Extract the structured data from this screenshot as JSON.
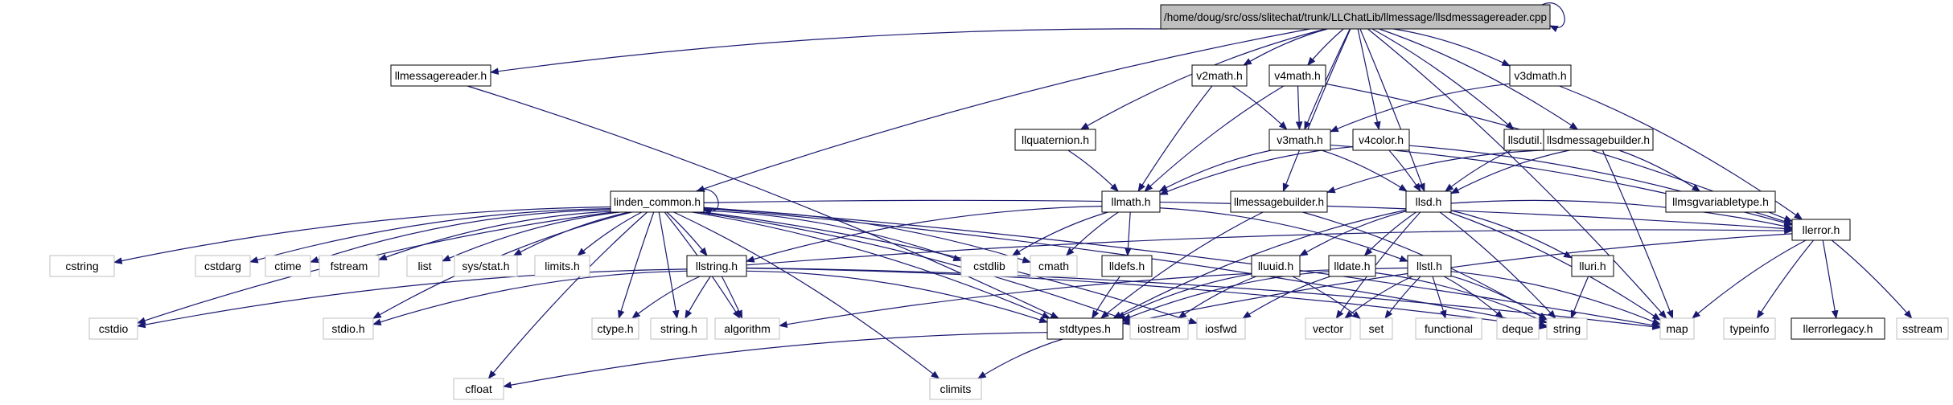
{
  "diagram": {
    "colors": {
      "edge": "#191970",
      "root_fill": "#bfbfbf",
      "box_border": "#000000",
      "system_border": "#bfbfbf",
      "text": "#000000"
    },
    "nodes": [
      {
        "id": "root",
        "label": "/home/doug/src/oss/slitechat/trunk/LLChatLib/llmessage/llsdmessagereader.cpp",
        "kind": "root"
      },
      {
        "id": "llmessagereader",
        "label": "llmessagereader.h",
        "kind": "header"
      },
      {
        "id": "v2math",
        "label": "v2math.h",
        "kind": "header"
      },
      {
        "id": "v4math",
        "label": "v4math.h",
        "kind": "header"
      },
      {
        "id": "v3dmath",
        "label": "v3dmath.h",
        "kind": "header"
      },
      {
        "id": "llquaternion",
        "label": "llquaternion.h",
        "kind": "header"
      },
      {
        "id": "v3math",
        "label": "v3math.h",
        "kind": "header"
      },
      {
        "id": "v4color",
        "label": "v4color.h",
        "kind": "header"
      },
      {
        "id": "llsdutil",
        "label": "llsdutil.h",
        "kind": "header"
      },
      {
        "id": "llsdmessagebuilder",
        "label": "llsdmessagebuilder.h",
        "kind": "header"
      },
      {
        "id": "linden_common",
        "label": "linden_common.h",
        "kind": "header"
      },
      {
        "id": "llmath",
        "label": "llmath.h",
        "kind": "header"
      },
      {
        "id": "llmessagebuilder",
        "label": "llmessagebuilder.h",
        "kind": "header"
      },
      {
        "id": "llsd",
        "label": "llsd.h",
        "kind": "header"
      },
      {
        "id": "llmsgvariabletype",
        "label": "llmsgvariabletype.h",
        "kind": "header"
      },
      {
        "id": "llerror",
        "label": "llerror.h",
        "kind": "header"
      },
      {
        "id": "lldefs",
        "label": "lldefs.h",
        "kind": "header"
      },
      {
        "id": "llstring",
        "label": "llstring.h",
        "kind": "header"
      },
      {
        "id": "lluuid",
        "label": "lluuid.h",
        "kind": "header"
      },
      {
        "id": "lldate",
        "label": "lldate.h",
        "kind": "header"
      },
      {
        "id": "llstl",
        "label": "llstl.h",
        "kind": "header"
      },
      {
        "id": "lluri",
        "label": "lluri.h",
        "kind": "header"
      },
      {
        "id": "stdtypes",
        "label": "stdtypes.h",
        "kind": "header"
      },
      {
        "id": "llerrorlegacy",
        "label": "llerrorlegacy.h",
        "kind": "header"
      },
      {
        "id": "cstring",
        "label": "cstring",
        "kind": "system"
      },
      {
        "id": "cstdarg",
        "label": "cstdarg",
        "kind": "system"
      },
      {
        "id": "ctime",
        "label": "ctime",
        "kind": "system"
      },
      {
        "id": "fstream",
        "label": "fstream",
        "kind": "system"
      },
      {
        "id": "list",
        "label": "list",
        "kind": "system"
      },
      {
        "id": "sysstat",
        "label": "sys/stat.h",
        "kind": "system"
      },
      {
        "id": "limits",
        "label": "limits.h",
        "kind": "system"
      },
      {
        "id": "cstdlib",
        "label": "cstdlib",
        "kind": "system"
      },
      {
        "id": "cmath",
        "label": "cmath",
        "kind": "system"
      },
      {
        "id": "cstdio",
        "label": "cstdio",
        "kind": "system"
      },
      {
        "id": "stdio",
        "label": "stdio.h",
        "kind": "system"
      },
      {
        "id": "ctype",
        "label": "ctype.h",
        "kind": "system"
      },
      {
        "id": "stringh",
        "label": "string.h",
        "kind": "system"
      },
      {
        "id": "algorithm",
        "label": "algorithm",
        "kind": "system"
      },
      {
        "id": "iostream",
        "label": "iostream",
        "kind": "system"
      },
      {
        "id": "iosfwd",
        "label": "iosfwd",
        "kind": "system"
      },
      {
        "id": "vector",
        "label": "vector",
        "kind": "system"
      },
      {
        "id": "set",
        "label": "set",
        "kind": "system"
      },
      {
        "id": "functional",
        "label": "functional",
        "kind": "system"
      },
      {
        "id": "deque",
        "label": "deque",
        "kind": "system"
      },
      {
        "id": "string",
        "label": "string",
        "kind": "system"
      },
      {
        "id": "map",
        "label": "map",
        "kind": "system"
      },
      {
        "id": "typeinfo",
        "label": "typeinfo",
        "kind": "system"
      },
      {
        "id": "sstream",
        "label": "sstream",
        "kind": "system"
      },
      {
        "id": "cfloat",
        "label": "cfloat",
        "kind": "system"
      },
      {
        "id": "climits",
        "label": "climits",
        "kind": "system"
      }
    ],
    "edges": [
      [
        "root",
        "root"
      ],
      [
        "root",
        "llmessagereader"
      ],
      [
        "root",
        "v2math"
      ],
      [
        "root",
        "v4math"
      ],
      [
        "root",
        "v3dmath"
      ],
      [
        "root",
        "llquaternion"
      ],
      [
        "root",
        "v3math"
      ],
      [
        "root",
        "v4color"
      ],
      [
        "root",
        "llsdutil"
      ],
      [
        "root",
        "llsdmessagebuilder"
      ],
      [
        "root",
        "linden_common"
      ],
      [
        "root",
        "llmessagebuilder"
      ],
      [
        "root",
        "llsd"
      ],
      [
        "root",
        "map"
      ],
      [
        "llmessagereader",
        "stdtypes"
      ],
      [
        "v2math",
        "v3math"
      ],
      [
        "v2math",
        "llmath"
      ],
      [
        "v4math",
        "v3math"
      ],
      [
        "v4math",
        "llmath"
      ],
      [
        "v4math",
        "llerror"
      ],
      [
        "v3dmath",
        "v3math"
      ],
      [
        "v3dmath",
        "llerror"
      ],
      [
        "llquaternion",
        "llmath"
      ],
      [
        "v3math",
        "llmath"
      ],
      [
        "v3math",
        "llsd"
      ],
      [
        "v3math",
        "llerror"
      ],
      [
        "v4color",
        "llmath"
      ],
      [
        "v4color",
        "llsd"
      ],
      [
        "v4color",
        "llerror"
      ],
      [
        "llsdutil",
        "llsd"
      ],
      [
        "llsdmessagebuilder",
        "llmessagebuilder"
      ],
      [
        "llsdmessagebuilder",
        "llsd"
      ],
      [
        "llsdmessagebuilder",
        "llmsgvariabletype"
      ],
      [
        "llsdmessagebuilder",
        "map"
      ],
      [
        "llmath",
        "cmath"
      ],
      [
        "llmath",
        "cstdlib"
      ],
      [
        "llmath",
        "lldefs"
      ],
      [
        "llmath",
        "llstring"
      ],
      [
        "llmath",
        "llstl"
      ],
      [
        "llmessagebuilder",
        "stdtypes"
      ],
      [
        "llmessagebuilder",
        "string"
      ],
      [
        "llsd",
        "stdtypes"
      ],
      [
        "llsd",
        "lluuid"
      ],
      [
        "llsd",
        "lldate"
      ],
      [
        "llsd",
        "llerror"
      ],
      [
        "llsd",
        "lluri"
      ],
      [
        "llsd",
        "vector"
      ],
      [
        "llsd",
        "map"
      ],
      [
        "llsd",
        "string"
      ],
      [
        "linden_common",
        "linden_common"
      ],
      [
        "linden_common",
        "cstring"
      ],
      [
        "linden_common",
        "cstdarg"
      ],
      [
        "linden_common",
        "ctime"
      ],
      [
        "linden_common",
        "fstream"
      ],
      [
        "linden_common",
        "list"
      ],
      [
        "linden_common",
        "sysstat"
      ],
      [
        "linden_common",
        "limits"
      ],
      [
        "linden_common",
        "cstdlib"
      ],
      [
        "linden_common",
        "cmath"
      ],
      [
        "linden_common",
        "cstdio"
      ],
      [
        "linden_common",
        "stdio"
      ],
      [
        "linden_common",
        "ctype"
      ],
      [
        "linden_common",
        "stringh"
      ],
      [
        "linden_common",
        "algorithm"
      ],
      [
        "linden_common",
        "iostream"
      ],
      [
        "linden_common",
        "iosfwd"
      ],
      [
        "linden_common",
        "llstring"
      ],
      [
        "linden_common",
        "stdtypes"
      ],
      [
        "linden_common",
        "llerror"
      ],
      [
        "linden_common",
        "cfloat"
      ],
      [
        "linden_common",
        "climits"
      ],
      [
        "linden_common",
        "map"
      ],
      [
        "linden_common",
        "string"
      ],
      [
        "lldefs",
        "stdtypes"
      ],
      [
        "llstring",
        "cstdio"
      ],
      [
        "llstring",
        "stdio"
      ],
      [
        "llstring",
        "ctype"
      ],
      [
        "llstring",
        "stringh"
      ],
      [
        "llstring",
        "algorithm"
      ],
      [
        "llstring",
        "stdtypes"
      ],
      [
        "llstring",
        "string"
      ],
      [
        "llstring",
        "map"
      ],
      [
        "llstring",
        "llerror"
      ],
      [
        "lluuid",
        "stdtypes"
      ],
      [
        "lluuid",
        "iostream"
      ],
      [
        "lluuid",
        "set"
      ],
      [
        "lldate",
        "stdtypes"
      ],
      [
        "lldate",
        "iosfwd"
      ],
      [
        "lldate",
        "string"
      ],
      [
        "llstl",
        "map"
      ],
      [
        "llstl",
        "set"
      ],
      [
        "llstl",
        "vector"
      ],
      [
        "llstl",
        "deque"
      ],
      [
        "llstl",
        "functional"
      ],
      [
        "llstl",
        "string"
      ],
      [
        "llstl",
        "algorithm"
      ],
      [
        "lluri",
        "string"
      ],
      [
        "llerror",
        "stdtypes"
      ],
      [
        "llerror",
        "llerrorlegacy"
      ],
      [
        "llerror",
        "typeinfo"
      ],
      [
        "llerror",
        "sstream"
      ],
      [
        "llerror",
        "map"
      ],
      [
        "stdtypes",
        "cfloat"
      ],
      [
        "stdtypes",
        "climits"
      ]
    ]
  }
}
